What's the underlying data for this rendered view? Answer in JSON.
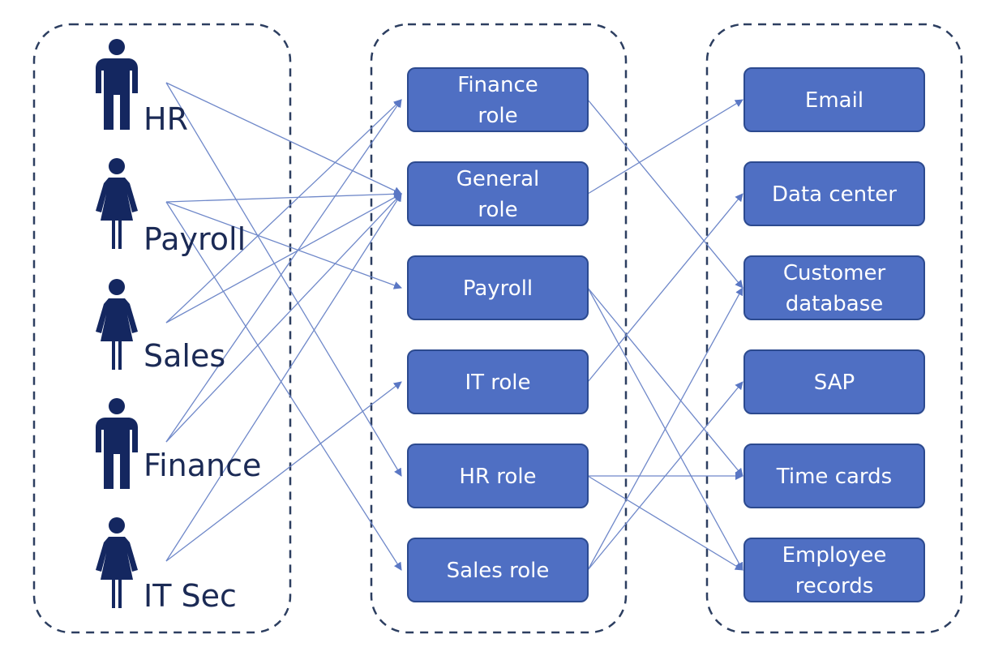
{
  "actors": [
    {
      "id": "hr",
      "label": "HR",
      "figure": "male"
    },
    {
      "id": "payroll",
      "label": "Payroll",
      "figure": "female"
    },
    {
      "id": "sales",
      "label": "Sales",
      "figure": "female"
    },
    {
      "id": "finance",
      "label": "Finance",
      "figure": "male"
    },
    {
      "id": "itsec",
      "label": "IT Sec",
      "figure": "female"
    }
  ],
  "roles": [
    {
      "id": "finance_role",
      "lines": [
        "Finance",
        "role"
      ]
    },
    {
      "id": "general_role",
      "lines": [
        "General",
        "role"
      ]
    },
    {
      "id": "payroll_role",
      "lines": [
        "Payroll"
      ]
    },
    {
      "id": "it_role",
      "lines": [
        "IT role"
      ]
    },
    {
      "id": "hr_role",
      "lines": [
        "HR role"
      ]
    },
    {
      "id": "sales_role",
      "lines": [
        "Sales role"
      ]
    }
  ],
  "resources": [
    {
      "id": "email",
      "lines": [
        "Email"
      ]
    },
    {
      "id": "datacenter",
      "lines": [
        "Data center"
      ]
    },
    {
      "id": "customerdb",
      "lines": [
        "Customer",
        "database"
      ]
    },
    {
      "id": "sap",
      "lines": [
        "SAP"
      ]
    },
    {
      "id": "timecards",
      "lines": [
        "Time cards"
      ]
    },
    {
      "id": "emprecords",
      "lines": [
        "Employee",
        "records"
      ]
    }
  ],
  "actor_role_links": [
    [
      "hr",
      "general_role"
    ],
    [
      "hr",
      "hr_role"
    ],
    [
      "payroll",
      "general_role"
    ],
    [
      "payroll",
      "payroll_role"
    ],
    [
      "payroll",
      "sales_role"
    ],
    [
      "sales",
      "finance_role"
    ],
    [
      "sales",
      "general_role"
    ],
    [
      "finance",
      "finance_role"
    ],
    [
      "finance",
      "general_role"
    ],
    [
      "itsec",
      "general_role"
    ],
    [
      "itsec",
      "it_role"
    ]
  ],
  "role_resource_links": [
    [
      "finance_role",
      "customerdb"
    ],
    [
      "general_role",
      "email"
    ],
    [
      "payroll_role",
      "timecards"
    ],
    [
      "payroll_role",
      "emprecords"
    ],
    [
      "it_role",
      "datacenter"
    ],
    [
      "hr_role",
      "timecards"
    ],
    [
      "hr_role",
      "emprecords"
    ],
    [
      "sales_role",
      "customerdb"
    ],
    [
      "sales_role",
      "sap"
    ]
  ],
  "colors": {
    "node_fill": "#4f6fc3",
    "person": "#142760",
    "link": "#6f88c9",
    "group_border": "#2c3e60"
  }
}
